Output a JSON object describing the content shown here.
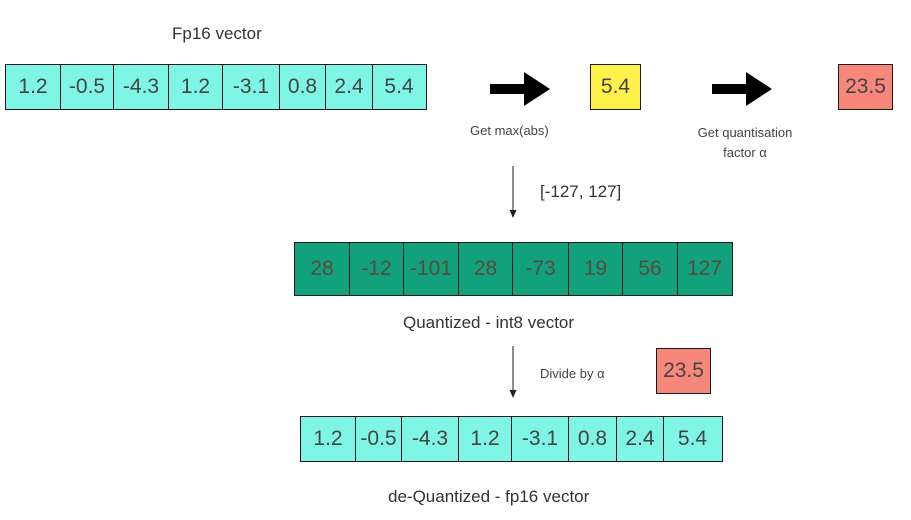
{
  "top": {
    "title": "Fp16 vector",
    "values": [
      "1.2",
      "-0.5",
      "-4.3",
      "1.2",
      "-3.1",
      "0.8",
      "2.4",
      "5.4"
    ]
  },
  "max_step": {
    "caption": "Get max(abs)",
    "value": "5.4",
    "color": "#fef24a"
  },
  "alpha_step": {
    "caption_line1": "Get quantisation",
    "caption_line2": "factor α",
    "value": "23.5",
    "color": "#f7877a"
  },
  "range_label": "[-127, 127]",
  "quantized": {
    "values": [
      "28",
      "-12",
      "-101",
      "28",
      "-73",
      "19",
      "56",
      "127"
    ],
    "caption": "Quantized - int8 vector"
  },
  "divide_step": {
    "caption": "Divide by α",
    "value": "23.5"
  },
  "dequantized": {
    "values": [
      "1.2",
      "-0.5",
      "-4.3",
      "1.2",
      "-3.1",
      "0.8",
      "2.4",
      "5.4"
    ],
    "caption": "de-Quantized - fp16 vector"
  }
}
